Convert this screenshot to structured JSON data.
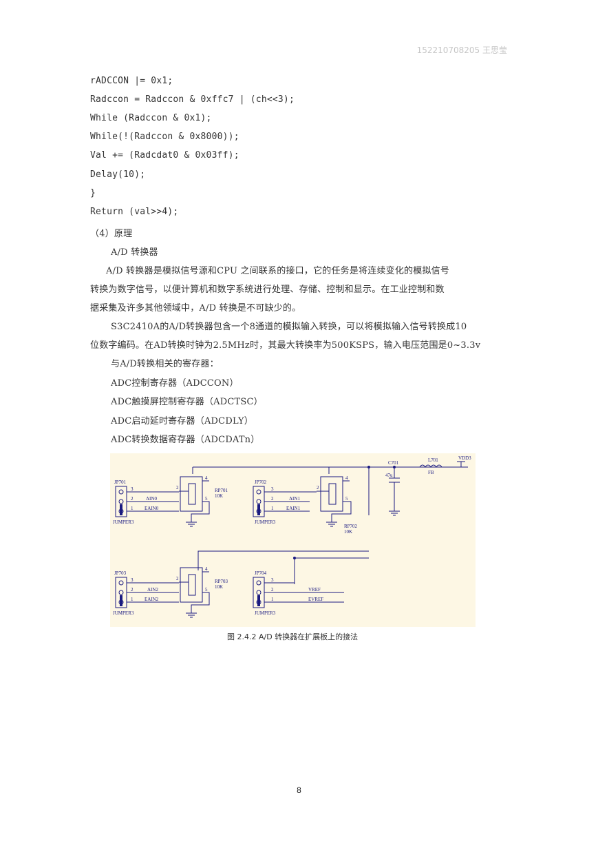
{
  "header": {
    "id_and_name": "152210708205 王思莹"
  },
  "code_lines": [
    "rADCCON |= 0x1;",
    "Radccon = Radccon & 0xffc7 | (ch<<3);",
    "While (Radccon & 0x1);",
    "While(!(Radccon & 0x8000));",
    "Val  += (Radcdat0 & 0x03ff);",
    "Delay(10);",
    "}",
    "Return (val>>4);"
  ],
  "section_heading": "（4）原理",
  "subheading": "A/D 转换器",
  "paragraph1": [
    "A/D 转换器是模拟信号源和CPU 之间联系的接口，它的任务是将连续变化的模拟信号",
    "转换为数字信号，以便计算机和数字系统进行处理、存储、控制和显示。在工业控制和数",
    "据采集及许多其他领域中，A/D 转换是不可缺少的。"
  ],
  "paragraph2": [
    "S3C2410A的A/D转换器包含一个8通道的模拟输入转换，可以将模拟输入信号转换成10",
    "位数字编码。在AD转换时钟为2.5MHz时，其最大转换率为500KSPS，输入电压范围是0~3.3v"
  ],
  "registers_intro": "与A/D转换相关的寄存器：",
  "registers": [
    "ADC控制寄存器（ADCCON）",
    "ADC触摸屏控制寄存器（ADCTSC）",
    "ADC启动延时寄存器（ADCDLY）",
    "ADC转换数据寄存器（ADCDATn）"
  ],
  "figure": {
    "caption": "图 2.4.2 A/D 转换器在扩展板上的接法",
    "labels": {
      "jp701": "JP701",
      "jp702": "JP702",
      "jp703": "JP703",
      "jp704": "JP704",
      "jumper": "JUMPER3",
      "rp701": "RP701",
      "rp702": "RP702",
      "rp703": "RP703",
      "r10k": "10K",
      "ain0": "AIN0",
      "eain0": "EAIN0",
      "ain1": "AIN1",
      "eain1": "EAIN1",
      "ain2": "AIN2",
      "eain2": "EAIN2",
      "vref": "VREF",
      "evref": "EVREF",
      "c701": "C701",
      "c_val": "47u",
      "l701": "L701",
      "fb": "FB",
      "vdd": "VDD3",
      "p1": "1",
      "p2": "2",
      "p3": "3",
      "p4": "4",
      "p5": "5"
    }
  },
  "page_number": "8"
}
